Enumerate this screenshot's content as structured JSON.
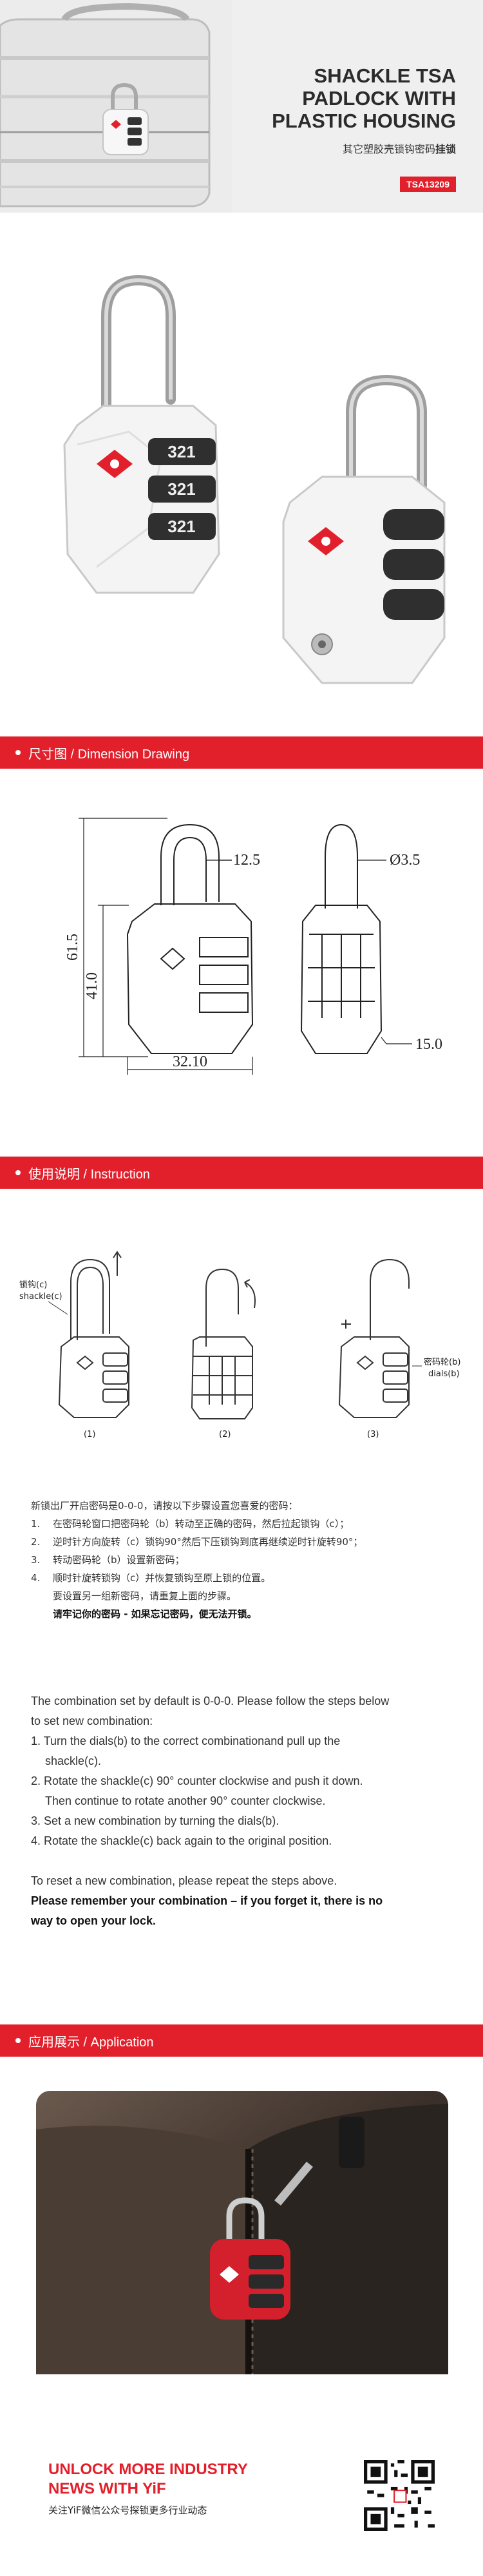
{
  "header": {
    "title": "SHACKLE TSA\nPADLOCK WITH\nPLASTIC HOUSING",
    "subtitle_normal": "其它塑胶壳锁钩密码",
    "subtitle_bold": "挂锁",
    "model": "TSA13209",
    "lock_digits": "321"
  },
  "sections": {
    "dimension": "尺寸图 / Dimension Drawing",
    "instruction": "使用说明 / Instruction",
    "application": "应用展示 / Application"
  },
  "dimensions": {
    "shackle_width": "12.5",
    "shackle_diameter": "Ø3.5",
    "total_height": "61.5",
    "body_height": "41.0",
    "body_width": "32.10",
    "depth": "15.0"
  },
  "diagram": {
    "label_shackle": "锁钩(c)\nshackle(c)",
    "label_dials": "密码轮(b)\ndials(b)",
    "step1": "(1)",
    "step2": "(2)",
    "step3": "(3)"
  },
  "instructions_cn": {
    "intro": "新锁出厂开启密码是0-0-0，请按以下步骤设置您喜爱的密码：",
    "steps": [
      {
        "num": "1.",
        "text": "在密码轮窗口把密码轮（b）转动至正确的密码，然后拉起锁钩（c）；"
      },
      {
        "num": "2.",
        "text": "逆时针方向旋转（c）锁钩90°然后下压锁钩到底再继续逆时针旋转90°；"
      },
      {
        "num": "3.",
        "text": "转动密码轮（b）设置新密码；"
      },
      {
        "num": "4.",
        "text": "顺时针旋转锁钩（c）并恢复锁钩至原上锁的位置。"
      }
    ],
    "reset": "要设置另一组新密码，请重复上面的步骤。",
    "warning": "请牢记你的密码 - 如果忘记密码，便无法开锁。"
  },
  "instructions_en": {
    "intro_line1": "The combination set by default is 0-0-0. Please follow the steps below",
    "intro_line2": "to set new combination:",
    "step1_line1": "1. Turn the dials(b) to the correct combinationand pull up the",
    "step1_line2": "shackle(c).",
    "step2_line1": "2. Rotate the shackle(c) 90° counter clockwise and push it down.",
    "step2_line2": "Then continue to rotate another 90° counter clockwise.",
    "step3": "3. Set a new combination by turning the dials(b).",
    "step4": "4. Rotate the shackle(c) back again to the original position.",
    "reset": "To reset a new combination, please repeat the steps above.",
    "warning_line1": "Please remember your combination – if you forget it, there is no",
    "warning_line2": "way to open your lock."
  },
  "footer": {
    "title": "UNLOCK MORE INDUSTRY\nNEWS WITH YiF",
    "subtitle": "关注YiF微信公众号探锁更多行业动态"
  },
  "colors": {
    "accent": "#e2202c",
    "background": "#ffffff",
    "hero_bg": "#efefef"
  }
}
